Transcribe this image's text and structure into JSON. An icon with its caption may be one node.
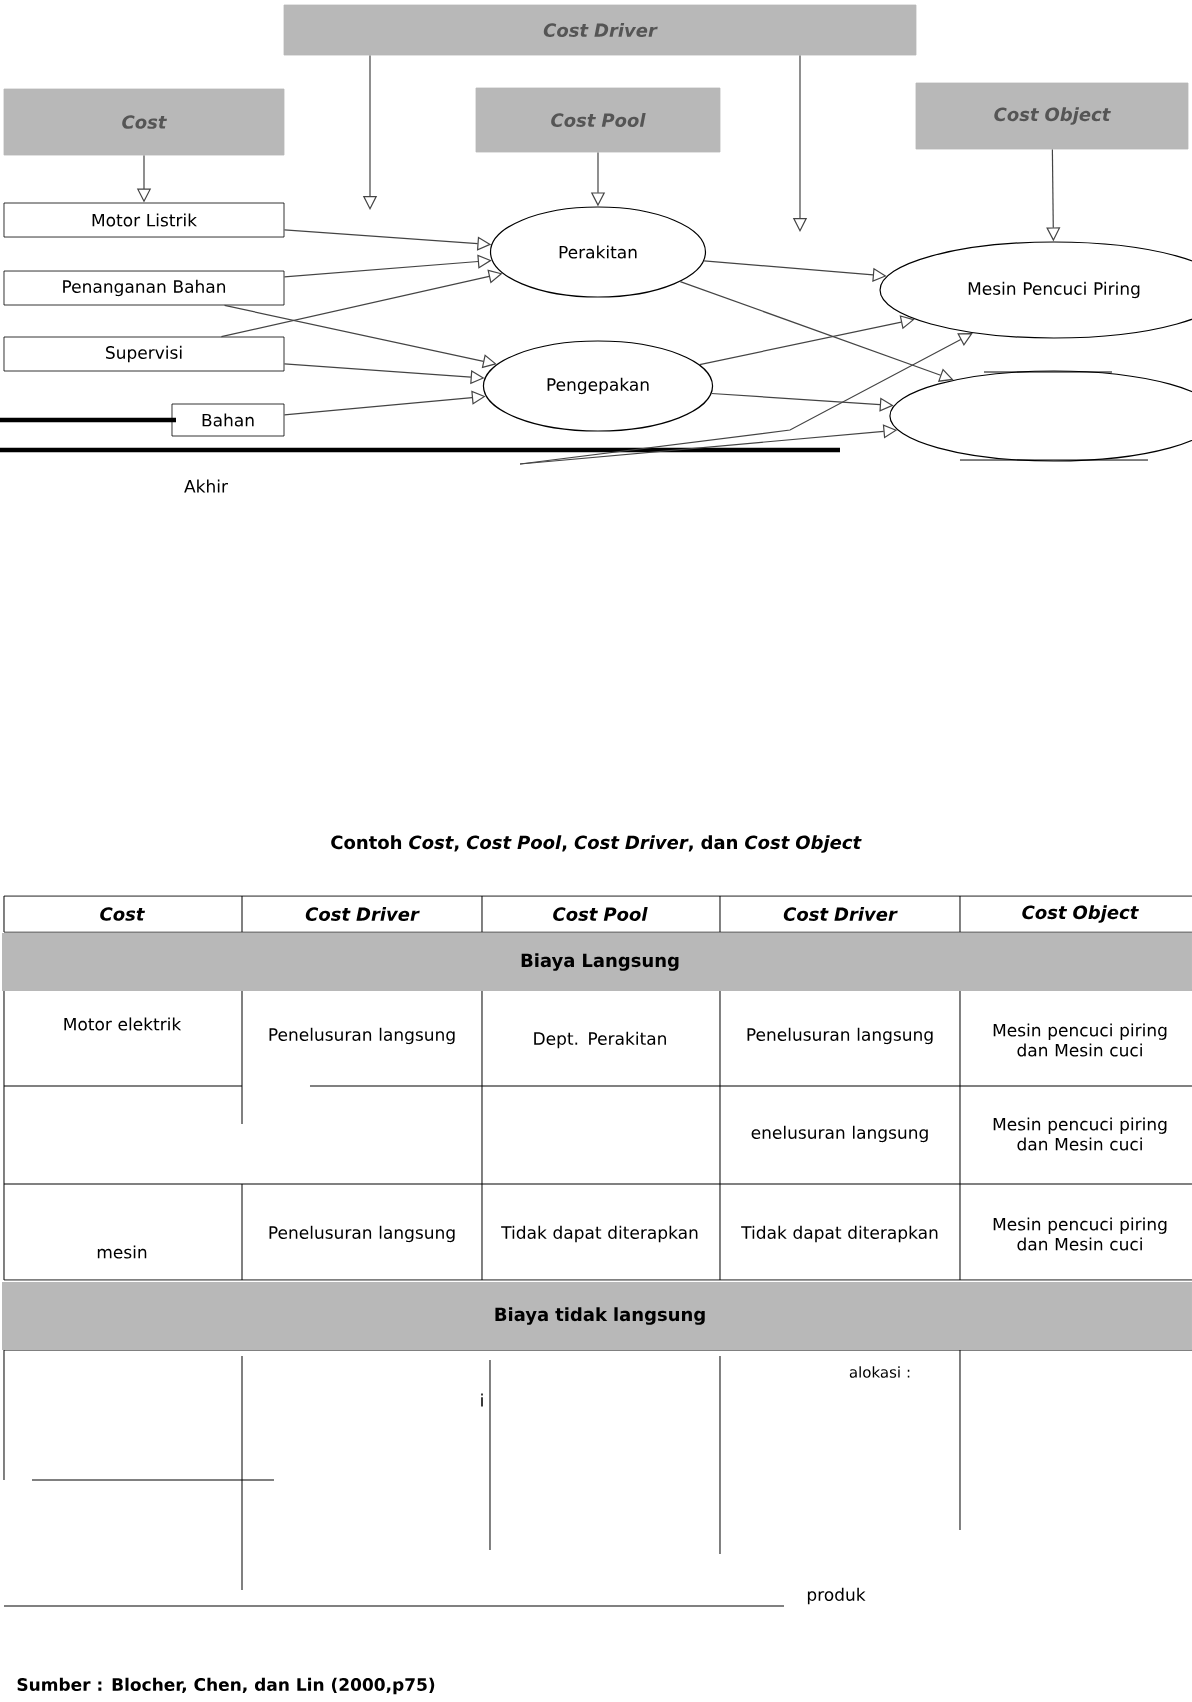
{
  "diagram": {
    "caption": "Sumber : Blocher, Chen, dan Lin (2000,p75)",
    "nodes": [
      {
        "text": [
          "Cost Driver"
        ]
      },
      {
        "text": [
          "Cost"
        ]
      },
      {
        "text": [
          "Cost Pool"
        ]
      },
      {
        "text": [
          "Cost Object"
        ]
      },
      {
        "text": [
          "Motor Listrik"
        ]
      },
      {
        "text": [
          "Penanganan Bahan"
        ]
      },
      {
        "text": [
          "Supervisi"
        ]
      },
      {
        "text": [
          "Bahan"
        ]
      },
      {
        "text": [
          "Perakitan"
        ]
      },
      {
        "text": [
          "Pengepakan"
        ]
      },
      {
        "text": [
          "Mesin Pencuci Piring"
        ]
      },
      {
        "text": [],
        "shape": "ellipse"
      }
    ],
    "edges": [
      {
        "from": 1,
        "to": 4,
        "arrow": "to"
      },
      {
        "from": 0,
        "to": null,
        "arrow": "to"
      },
      {
        "from": 0,
        "to": null,
        "arrow": "to"
      },
      {
        "from": 2,
        "to": 8,
        "arrow": "to"
      },
      {
        "from": 3,
        "to": 10,
        "arrow": "to"
      },
      {
        "from": 4,
        "to": 8,
        "arrow": "to"
      },
      {
        "from": 5,
        "to": 8,
        "arrow": "to"
      },
      {
        "from": 5,
        "to": 9,
        "arrow": "to"
      },
      {
        "from": 6,
        "to": 8,
        "arrow": "to"
      },
      {
        "from": 6,
        "to": 9,
        "arrow": "to"
      },
      {
        "from": 7,
        "to": 9,
        "arrow": "to"
      },
      {
        "from": 8,
        "to": 10,
        "arrow": "to"
      },
      {
        "from": 8,
        "to": 11,
        "arrow": "to"
      },
      {
        "from": 9,
        "to": 10,
        "arrow": "to"
      },
      {
        "from": 9,
        "to": 11,
        "arrow": "to"
      },
      {
        "from": null,
        "to": 10,
        "arrow": "to"
      },
      {
        "from": null,
        "to": 11,
        "arrow": "to"
      }
    ],
    "labels": [
      "Akhir",
      "Contoh *Cost*, *Cost Pool*, *Cost Driver*, dan *Cost Object*",
      "Cost",
      "Cost Driver",
      "Cost Pool",
      "Cost Driver",
      "Cost Object",
      "Biaya Langsung",
      "Motor elektrik",
      "Penelusuran langsung",
      "Dept. Perakitan",
      "Penelusuran langsung",
      "Mesin pencuci piring dan Mesin cuci",
      "enelusuran langsung",
      "Mesin pencuci piring dan Mesin cuci",
      "mesin",
      "Penelusuran langsung",
      "Tidak dapat diterapkan",
      "Tidak dapat diterapkan",
      "Mesin pencuci piring dan Mesin cuci",
      "Biaya tidak langsung",
      "alokasi :",
      "i",
      "produk"
    ]
  }
}
